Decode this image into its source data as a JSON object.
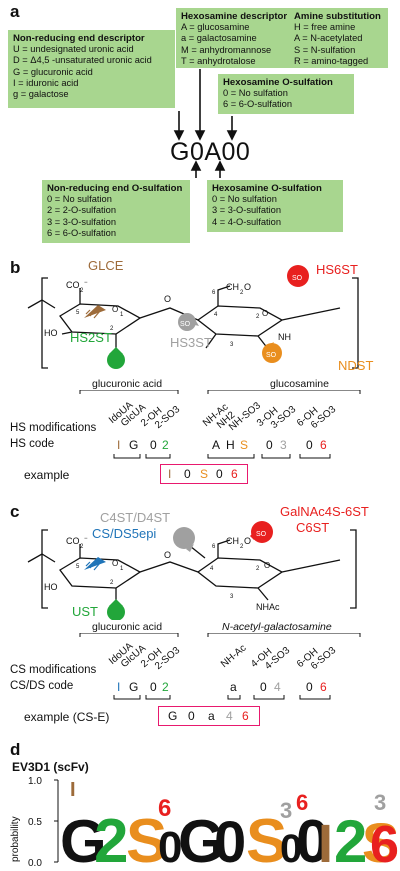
{
  "panels": {
    "a": "a",
    "b": "b",
    "c": "c",
    "d": "d"
  },
  "a": {
    "nonred": {
      "title": "Non-reducing end descriptor",
      "items": [
        "U = undesignated uronic acid",
        "D = Δ4,5 -unsaturated uronic acid",
        "G = glucuronic acid",
        "I = iduronic acid",
        "g = galactose"
      ]
    },
    "hexdesc": {
      "title": "Hexosamine descriptor",
      "items": [
        "A = glucosamine",
        "a = galactosamine",
        "M = anhydromannose",
        "T = anhydrotalose"
      ]
    },
    "amine": {
      "title": "Amine substitution",
      "items": [
        "H = free amine",
        "A = N-acetylated",
        "S = N-sulfation",
        "R = amino-tagged"
      ]
    },
    "hexos6": {
      "title": "Hexosamine O-sulfation",
      "items": [
        "0 = No sulfation",
        "6 = 6-O-sulfation"
      ]
    },
    "nonredOS": {
      "title": "Non-reducing end O-sulfation",
      "items": [
        "0 = No sulfation",
        "2 = 2-O-sulfation",
        "3 = 3-O-sulfation",
        "6 = 6-O-sulfation"
      ]
    },
    "hexos34": {
      "title": "Hexosamine O-sulfation",
      "items": [
        "0 = No sulfation",
        "3 = 3-O-sulfation",
        "4 = 4-O-sulfation"
      ]
    },
    "code": "G0A00"
  },
  "b": {
    "enzymes": {
      "glce": "GLCE",
      "hs6st": "HS6ST",
      "hs2st": "HS2ST",
      "hs3st": "HS3ST",
      "ndst": "NDST"
    },
    "group1": "glucuronic acid",
    "group2": "glucosamine",
    "mods": [
      "IdoUA",
      "GlcUA",
      "2-OH",
      "2-SO3",
      "NH-Ac",
      "NH2",
      "NH-SO3",
      "3-OH",
      "3-SO3",
      "6-OH",
      "6-SO3"
    ],
    "rowlabels": {
      "mod": "HS modifications",
      "code": "HS code",
      "example": "example"
    },
    "codes": [
      "I",
      "G",
      "0",
      "2",
      "A",
      "H",
      "S",
      "0",
      "3",
      "0",
      "6"
    ],
    "example": [
      "I",
      "0",
      "S",
      "0",
      "6"
    ]
  },
  "c": {
    "enzymes": {
      "c4st": "C4ST/D4ST",
      "cs5epi": "CS/DS5epi",
      "galnac": "GalNAc4S-6ST",
      "c6st": "C6ST",
      "ust": "UST"
    },
    "group1": "glucuronic acid",
    "group2": "N-acetyl-galactosamine",
    "mods": [
      "IdoUA",
      "GlcUA",
      "2-OH",
      "2-SO3",
      "NH-Ac",
      "4-OH",
      "4-SO3",
      "6-OH",
      "6-SO3"
    ],
    "rowlabels": {
      "mod": "CS modifications",
      "code": "CS/DS code",
      "example": "example (CS-E)"
    },
    "codes": [
      "I",
      "G",
      "0",
      "2",
      "a",
      "0",
      "4",
      "0",
      "6"
    ],
    "example": [
      "G",
      "0",
      "a",
      "4",
      "6"
    ]
  },
  "d": {
    "title": "EV3D1 (scFv)",
    "ylabel": "probability",
    "yticks": [
      "0.0",
      "0.5",
      "1.0"
    ]
  },
  "colors": {
    "green": "#a8d68f",
    "hs6st": "#e8201f",
    "hs2st": "#22a63a",
    "hs3st": "#a0a0a0",
    "ndst": "#e98e1e",
    "glce": "#9d6b3a",
    "cs5epi": "#1f74b8",
    "pink": "#e8196e"
  }
}
